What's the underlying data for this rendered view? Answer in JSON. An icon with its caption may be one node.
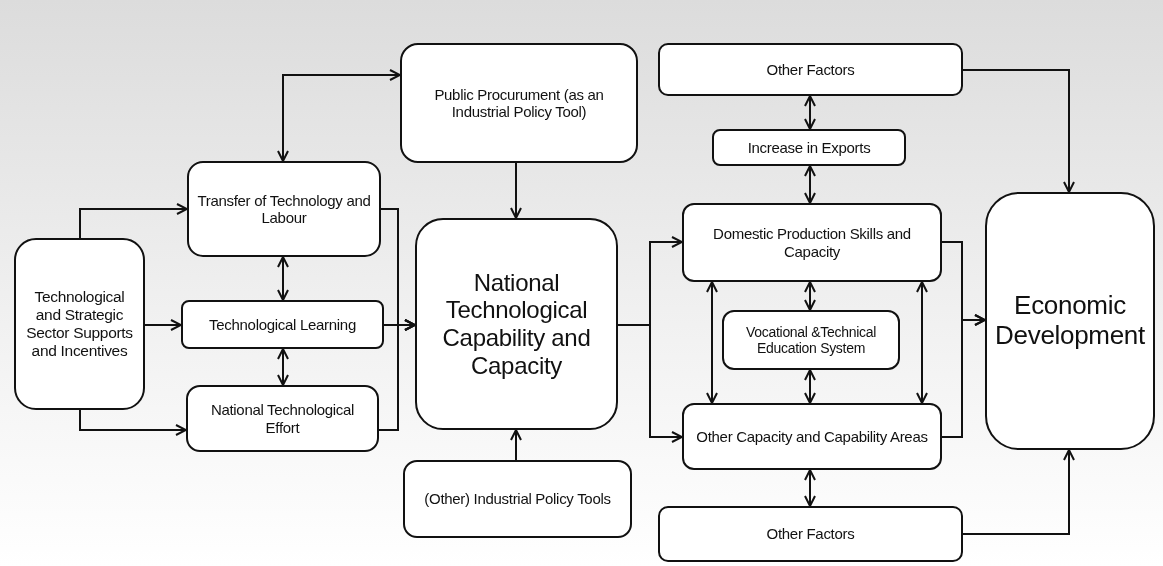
{
  "diagram": {
    "nodes": [
      {
        "text": [
          "Technological and Strategic Sector Supports and Incentives"
        ]
      },
      {
        "text": [
          "Transfer of Technology and Labour"
        ]
      },
      {
        "text": [
          "Technological Learning"
        ]
      },
      {
        "text": [
          "National Technological Effort"
        ]
      },
      {
        "text": [
          "Public Procurument (as an Industrial Policy Tool)"
        ]
      },
      {
        "text": [
          "National Technological Capability and Capacity"
        ]
      },
      {
        "text": [
          "(Other) Industrial Policy Tools"
        ]
      },
      {
        "text": [
          "Other Factors"
        ]
      },
      {
        "text": [
          "Increase in Exports"
        ]
      },
      {
        "text": [
          "Domestic Production Skills and Capacity"
        ]
      },
      {
        "text": [
          "Vocational &Technical Education System"
        ]
      },
      {
        "text": [
          "Other Capacity and Capability Areas"
        ]
      },
      {
        "text": [
          "Other Factors"
        ]
      },
      {
        "text": [
          "Economic Development"
        ]
      }
    ],
    "edges": [
      {
        "from": 0,
        "to": 1,
        "arrow": "to"
      },
      {
        "from": 0,
        "to": 2,
        "arrow": "to"
      },
      {
        "from": 0,
        "to": 3,
        "arrow": "to"
      },
      {
        "from": 1,
        "to": 4,
        "arrow": "both"
      },
      {
        "from": 1,
        "to": 2,
        "arrow": "both"
      },
      {
        "from": 2,
        "to": 3,
        "arrow": "both"
      },
      {
        "from": 1,
        "to": 5,
        "arrow": "to"
      },
      {
        "from": 2,
        "to": 5,
        "arrow": "to"
      },
      {
        "from": 3,
        "to": 5,
        "arrow": "to"
      },
      {
        "from": 4,
        "to": 5,
        "arrow": "to"
      },
      {
        "from": 6,
        "to": 5,
        "arrow": "to"
      },
      {
        "from": 5,
        "to": 9,
        "arrow": "to"
      },
      {
        "from": 5,
        "to": 11,
        "arrow": "to"
      },
      {
        "from": 7,
        "to": 8,
        "arrow": "both"
      },
      {
        "from": 8,
        "to": 9,
        "arrow": "both"
      },
      {
        "from": 9,
        "to": 10,
        "arrow": "both"
      },
      {
        "from": 10,
        "to": 11,
        "arrow": "both"
      },
      {
        "from": 9,
        "to": 11,
        "arrow": "both"
      },
      {
        "from": 9,
        "to": 11,
        "arrow": "both"
      },
      {
        "from": 11,
        "to": 12,
        "arrow": "both"
      },
      {
        "from": 7,
        "to": 13,
        "arrow": "to"
      },
      {
        "from": 9,
        "to": 13,
        "arrow": "to"
      },
      {
        "from": 11,
        "to": 13,
        "arrow": "to"
      },
      {
        "from": 12,
        "to": 13,
        "arrow": "to"
      }
    ]
  }
}
